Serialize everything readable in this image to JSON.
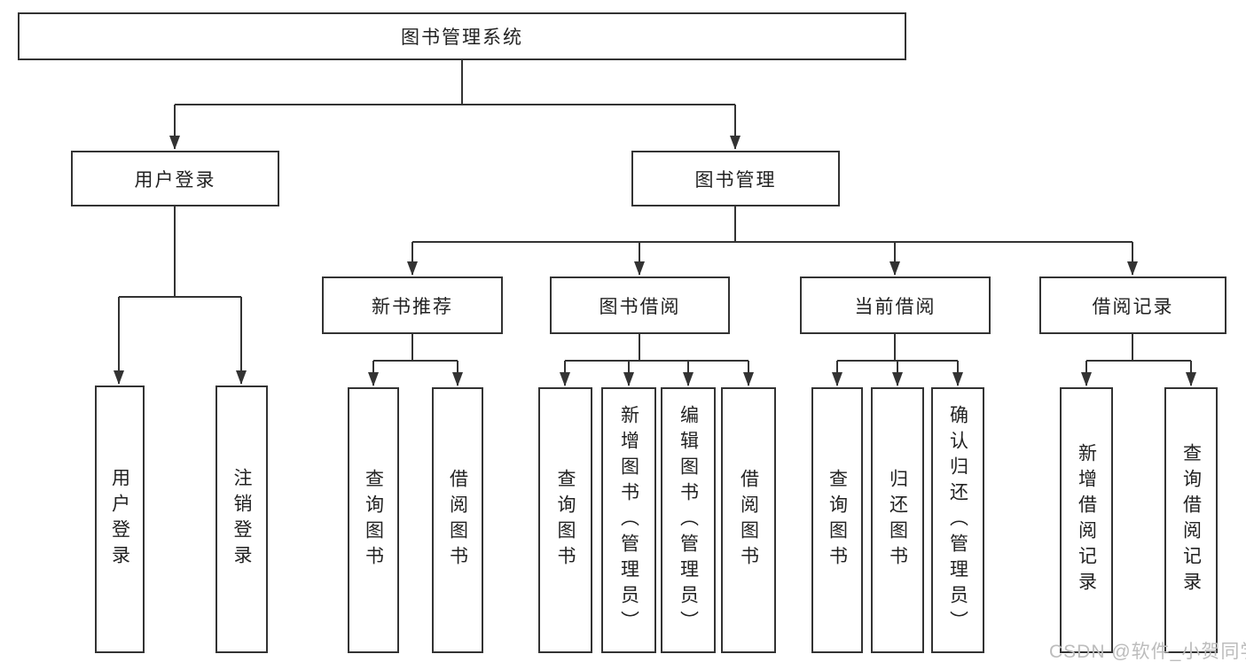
{
  "title": "图书管理系统",
  "branches": {
    "user_login": {
      "label": "用户登录",
      "children": [
        "用户登录",
        "注销登录"
      ]
    },
    "book_management": {
      "label": "图书管理",
      "sections": [
        {
          "label": "新书推荐",
          "children": [
            "查询图书",
            "借阅图书"
          ]
        },
        {
          "label": "图书借阅",
          "children": [
            "查询图书",
            "新增图书（管理员）",
            "编辑图书（管理员）",
            "借阅图书"
          ]
        },
        {
          "label": "当前借阅",
          "children": [
            "查询图书",
            "归还图书",
            "确认归还（管理员）"
          ]
        },
        {
          "label": "借阅记录",
          "children": [
            "新增借阅记录",
            "查询借阅记录"
          ]
        }
      ]
    }
  },
  "watermark": "CSDN @软件_小贺同学",
  "colors": {
    "line": "#333333",
    "text": "#222222",
    "watermark": "#bcbcbc",
    "background": "#ffffff"
  }
}
